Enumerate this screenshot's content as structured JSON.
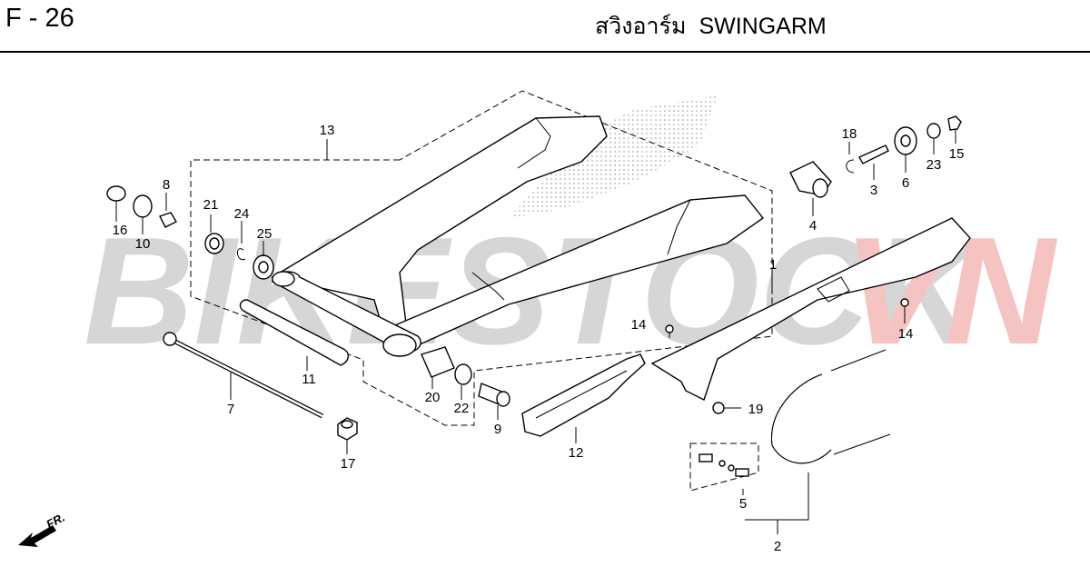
{
  "header": {
    "page_code": "F - 26",
    "title_thai": "สวิงอาร์ม",
    "title_en": "SWINGARM"
  },
  "watermark": {
    "text_part1": "BIKESTOCK",
    "text_part2": "VN",
    "color_part1": "#c9c9c9",
    "color_part2": "#f4b0b0"
  },
  "front_indicator": "FR.",
  "callouts": [
    "1",
    "2",
    "3",
    "4",
    "5",
    "6",
    "7",
    "8",
    "9",
    "10",
    "11",
    "12",
    "13",
    "14",
    "14",
    "15",
    "16",
    "17",
    "18",
    "19",
    "20",
    "21",
    "22",
    "23",
    "24",
    "25"
  ]
}
